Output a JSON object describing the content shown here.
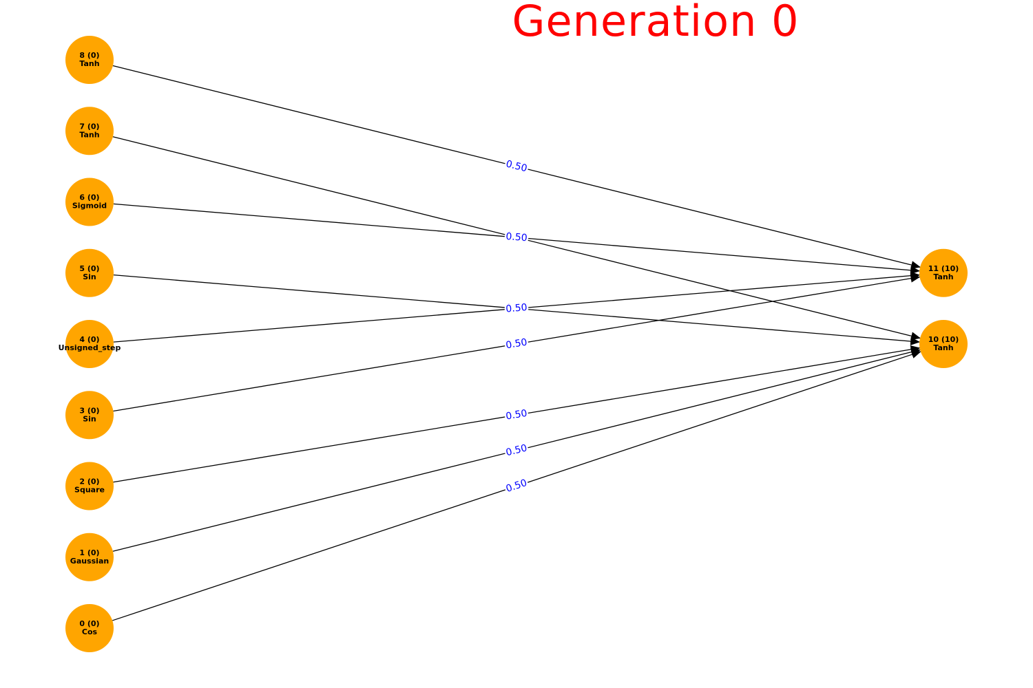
{
  "title": "Generation 0",
  "colors": {
    "node": "#FFA500",
    "edge": "#000000",
    "edge_label": "#0000ff",
    "title": "#ff0000"
  },
  "nodes": [
    {
      "id": "8",
      "label": "8 (0)",
      "activation": "Tanh",
      "layer": "input",
      "order": 0
    },
    {
      "id": "7",
      "label": "7 (0)",
      "activation": "Tanh",
      "layer": "input",
      "order": 1
    },
    {
      "id": "6",
      "label": "6 (0)",
      "activation": "Sigmoid",
      "layer": "input",
      "order": 2
    },
    {
      "id": "5",
      "label": "5 (0)",
      "activation": "Sin",
      "layer": "input",
      "order": 3
    },
    {
      "id": "4",
      "label": "4 (0)",
      "activation": "Unsigned_step",
      "layer": "input",
      "order": 4
    },
    {
      "id": "3",
      "label": "3 (0)",
      "activation": "Sin",
      "layer": "input",
      "order": 5
    },
    {
      "id": "2",
      "label": "2 (0)",
      "activation": "Square",
      "layer": "input",
      "order": 6
    },
    {
      "id": "1",
      "label": "1 (0)",
      "activation": "Gaussian",
      "layer": "input",
      "order": 7
    },
    {
      "id": "0",
      "label": "0 (0)",
      "activation": "Cos",
      "layer": "input",
      "order": 8
    },
    {
      "id": "11",
      "label": "11 (10)",
      "activation": "Tanh",
      "layer": "output",
      "order": 3
    },
    {
      "id": "10",
      "label": "10 (10)",
      "activation": "Tanh",
      "layer": "output",
      "order": 4
    }
  ],
  "edges": [
    {
      "from": "8",
      "to": "11",
      "weight": "0.50"
    },
    {
      "from": "7",
      "to": "10",
      "weight": "0.50"
    },
    {
      "from": "6",
      "to": "11",
      "weight": "0.50"
    },
    {
      "from": "5",
      "to": "10",
      "weight": "0.50"
    },
    {
      "from": "4",
      "to": "11",
      "weight": "0.50"
    },
    {
      "from": "3",
      "to": "11",
      "weight": "0.50"
    },
    {
      "from": "2",
      "to": "10",
      "weight": "0.50"
    },
    {
      "from": "1",
      "to": "10",
      "weight": "0.50"
    },
    {
      "from": "0",
      "to": "10",
      "weight": "0.50"
    }
  ]
}
